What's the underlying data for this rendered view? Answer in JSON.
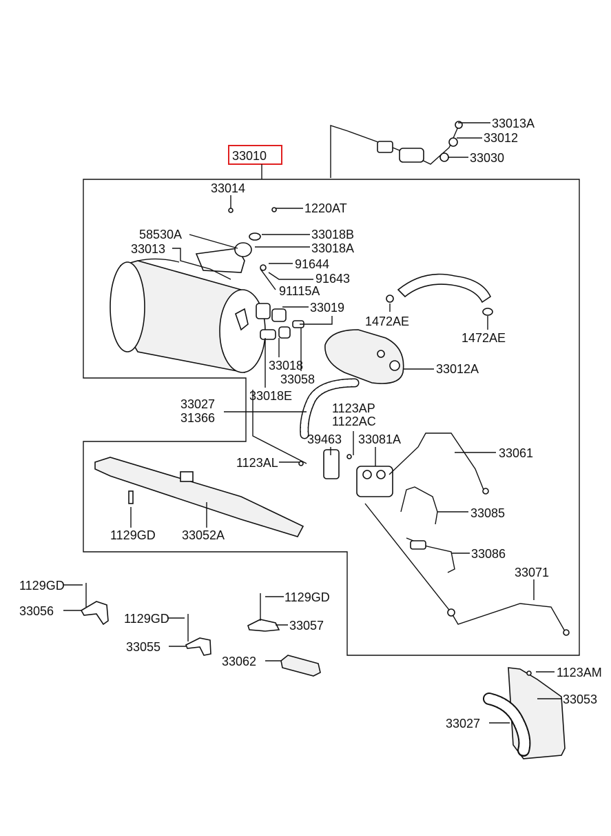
{
  "highlight_color": "#e02020",
  "labels": {
    "p33010": "33010",
    "p33013A": "33013A",
    "p33012": "33012",
    "p33030": "33030",
    "p33014": "33014",
    "p1220AT": "1220AT",
    "p58530A": "58530A",
    "p33018B": "33018B",
    "p33013": "33013",
    "p33018A": "33018A",
    "p91644": "91644",
    "p91643": "91643",
    "p91115A": "91115A",
    "p33019": "33019",
    "p1472AE_a": "1472AE",
    "p1472AE_b": "1472AE",
    "p33018": "33018",
    "p33058": "33058",
    "p33018E": "33018E",
    "p33012A": "33012A",
    "p33027_a": "33027",
    "p31366": "31366",
    "p1123AP": "1123AP",
    "p1122AC": "1122AC",
    "p39463": "39463",
    "p33081A": "33081A",
    "p33061": "33061",
    "p1123AL": "1123AL",
    "p33085": "33085",
    "p1129GD_a": "1129GD",
    "p33052A": "33052A",
    "p33086": "33086",
    "p33071": "33071",
    "p1129GD_b": "1129GD",
    "p33056": "33056",
    "p1129GD_c": "1129GD",
    "p33057": "33057",
    "p1129GD_d": "1129GD",
    "p33055": "33055",
    "p33062": "33062",
    "p1123AM": "1123AM",
    "p33053": "33053",
    "p33027_b": "33027"
  }
}
